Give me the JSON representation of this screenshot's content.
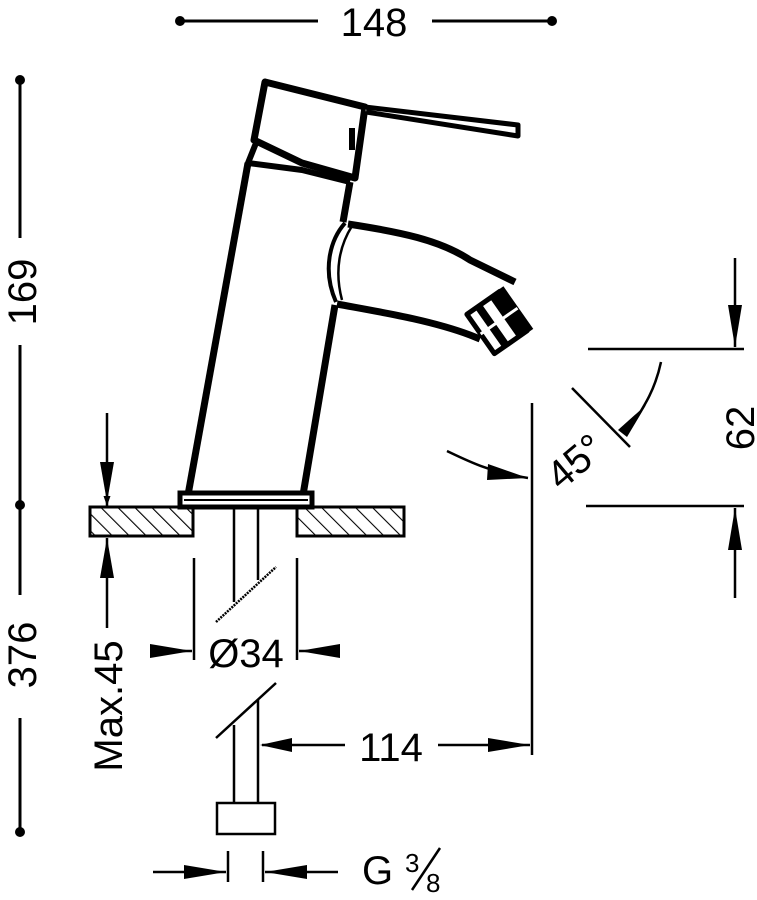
{
  "drawing": {
    "subject": "Single-lever bidet mixer tap, side-view technical drawing",
    "colors": {
      "line": "#000000",
      "background": "#ffffff"
    },
    "units": "mm"
  },
  "dimensions": {
    "overall_width": "148",
    "total_height_upper": "169",
    "total_height_lower": "376",
    "spout_height_offset": "62",
    "spout_angle": "45°",
    "max_deck_thickness": "Max.45",
    "base_diameter": "Ø34",
    "spout_reach": "114",
    "connection_thread": "G",
    "connection_fraction_num": "3",
    "connection_fraction_den": "8"
  }
}
